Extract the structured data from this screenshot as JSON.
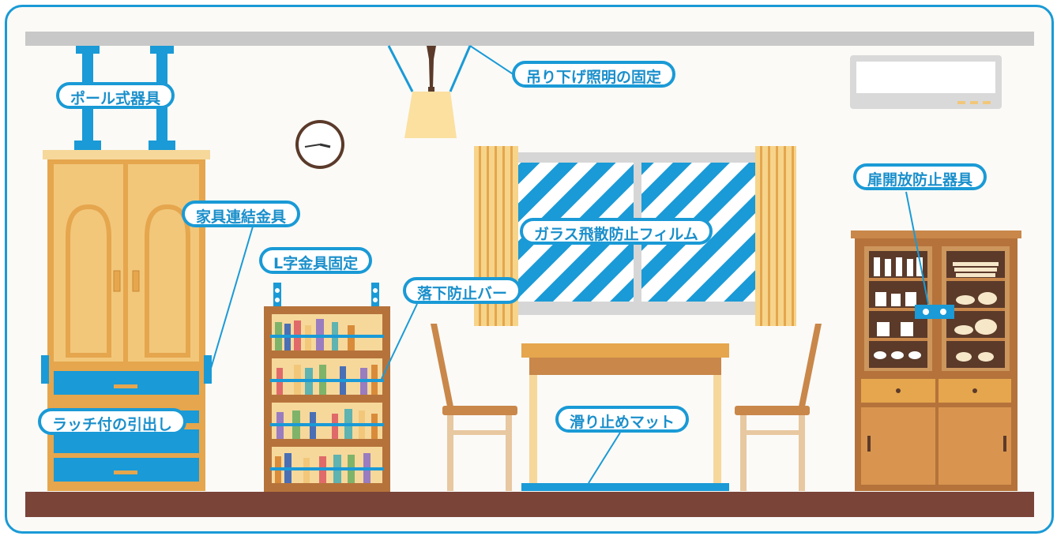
{
  "labels": {
    "pole": "ポール式器具",
    "pendant": "吊り下げ照明の固定",
    "furniture_link": "家具連結金具",
    "l_bracket": "L字金具固定",
    "fall_bar": "落下防止バー",
    "glass_film": "ガラス飛散防止フィルム",
    "door_stopper": "扉開放防止器具",
    "latch_drawer": "ラッチ付の引出し",
    "anti_slip_mat": "滑り止めマット"
  },
  "colors": {
    "accent": "#1a9ad6",
    "label_text": "#1a8fcb",
    "ceiling": "#c8c8c8",
    "floor": "#7a4438",
    "wood_light": "#f2c77a",
    "wood_mid": "#e5a64d",
    "wood_dark": "#b5733b"
  },
  "icons": [
    "wall-clock-icon",
    "air-conditioner-icon",
    "pendant-lamp-icon"
  ]
}
